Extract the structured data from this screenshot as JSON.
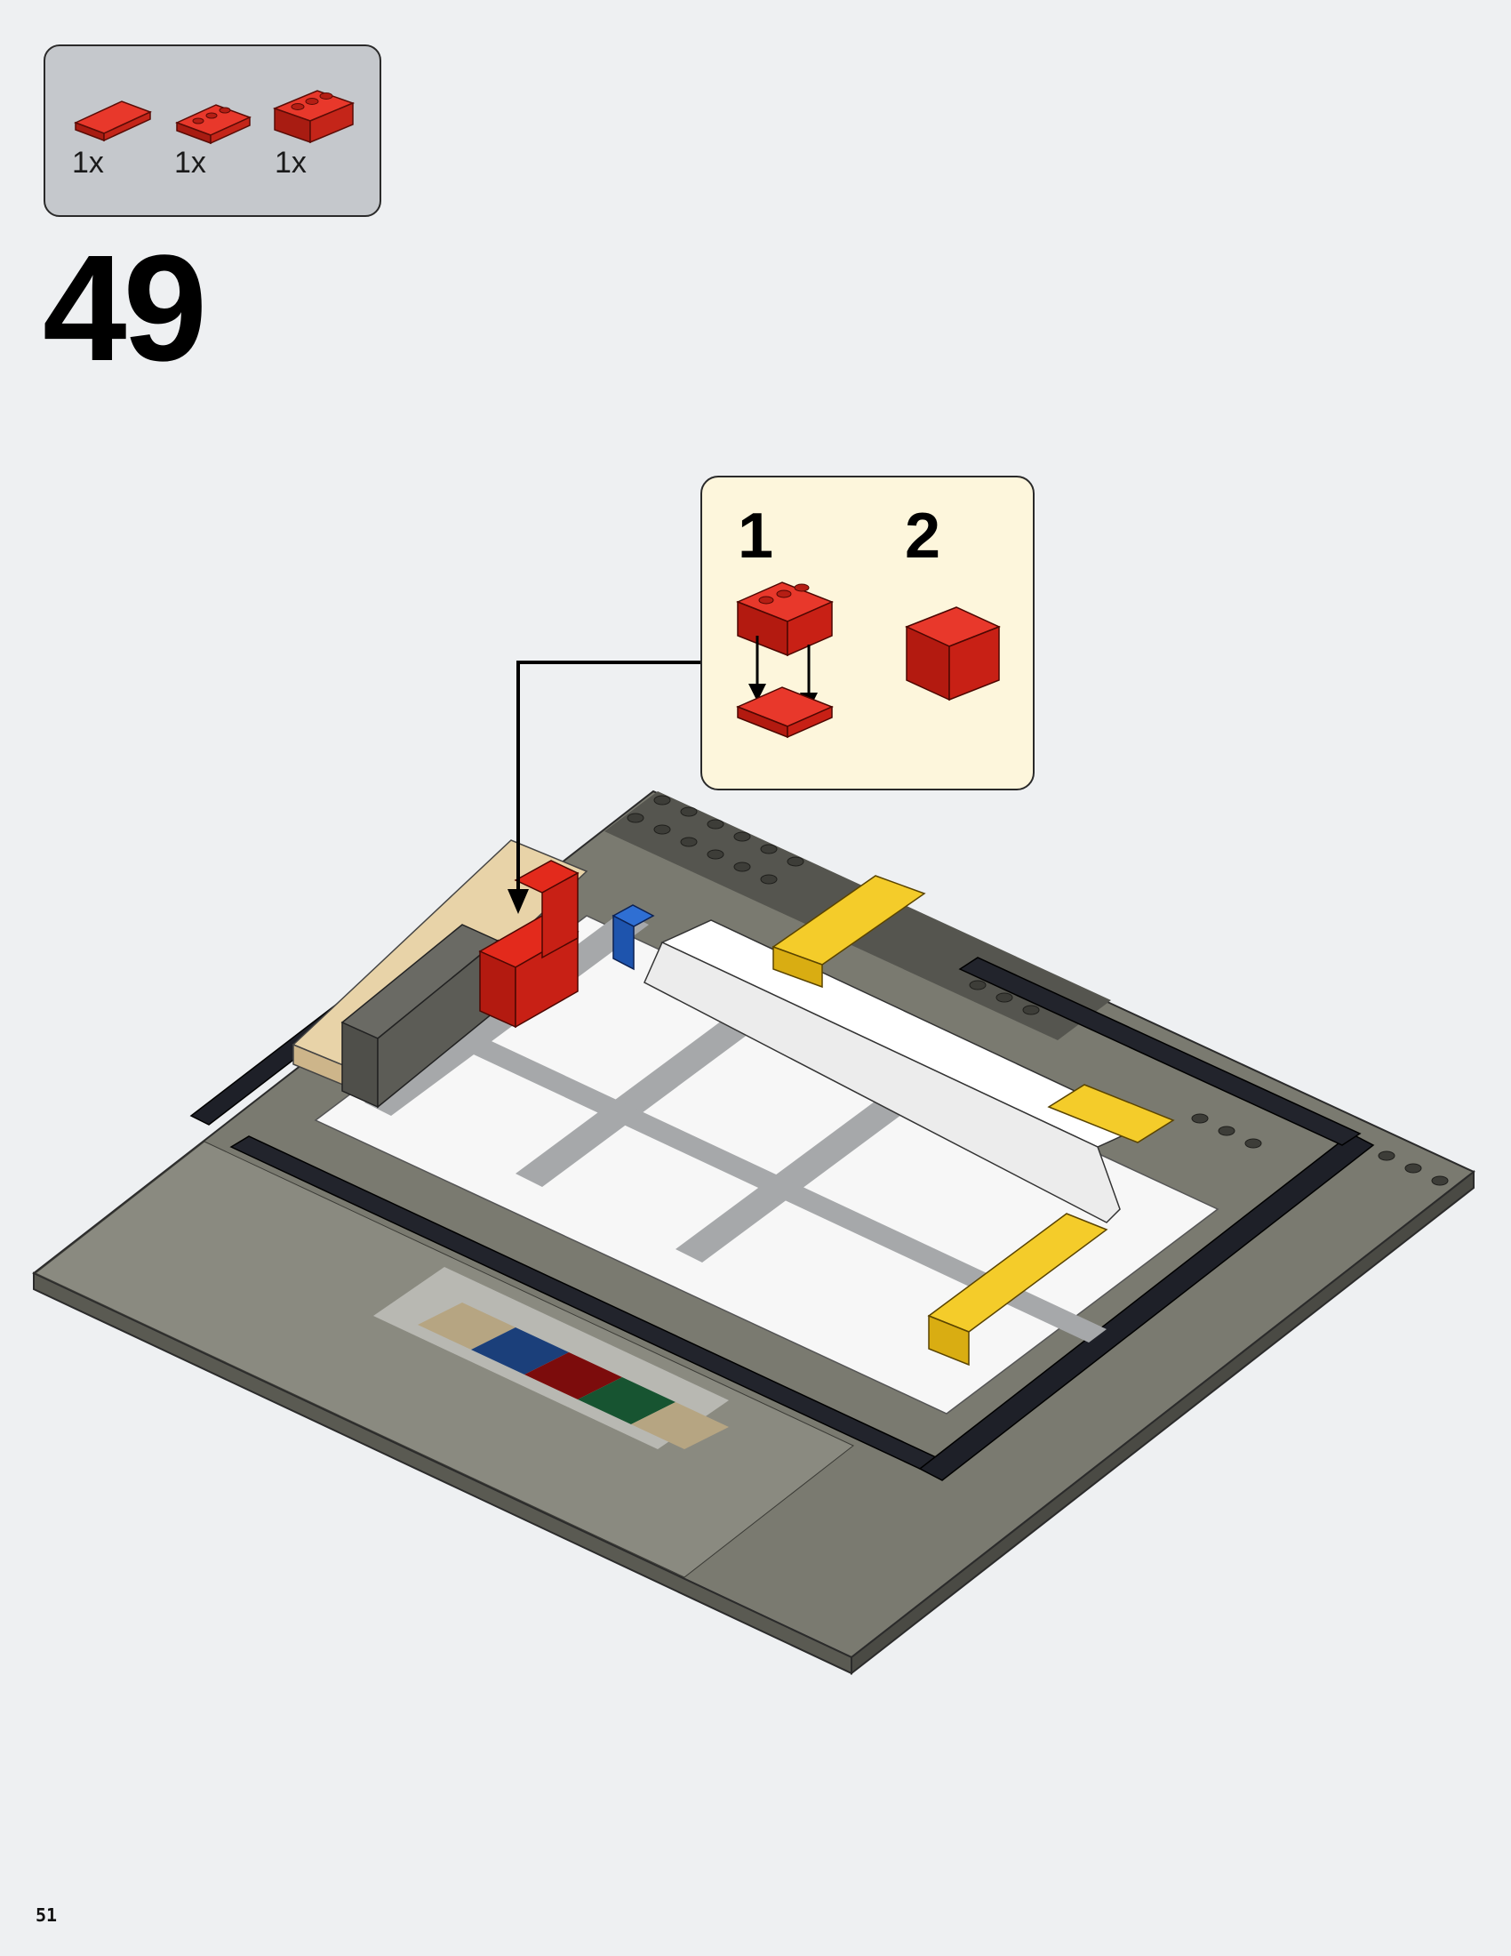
{
  "parts_list": {
    "items": [
      {
        "part": "red-plate-1x4",
        "quantity": "1x"
      },
      {
        "part": "red-plate-1x3",
        "quantity": "1x"
      },
      {
        "part": "red-brick-1x3",
        "quantity": "1x"
      }
    ]
  },
  "step": {
    "number": "49"
  },
  "callout": {
    "substeps": [
      {
        "number": "1"
      },
      {
        "number": "2"
      }
    ]
  },
  "page": {
    "number": "51"
  },
  "colors": {
    "background": "#eef0f2",
    "parts_box": "#c5c8cc",
    "callout_box": "#fdf6dc",
    "brick_red": "#d42a1e"
  }
}
